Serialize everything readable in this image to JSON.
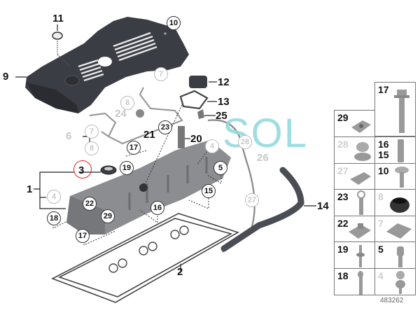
{
  "diagram": {
    "title": "Cylinder head cover exploded parts diagram",
    "document_number": "483262",
    "watermark": "SOL",
    "highlighted_callout": "3",
    "colors": {
      "part_dark": "#3a3d44",
      "part_grey": "#8b8d91",
      "highlight_ring": "#e02020",
      "watermark": "#8fd8dc",
      "inactive_label": "#c8c8c8"
    },
    "callouts": {
      "c1": "1",
      "c2": "2",
      "c3": "3",
      "c4": "4",
      "c5": "5",
      "c6": "6",
      "c7a": "7",
      "c7b": "7",
      "c8a": "8",
      "c8b": "8",
      "c9": "9",
      "c10": "10",
      "c11": "11",
      "c12": "12",
      "c13": "13",
      "c14": "14",
      "c15": "15",
      "c16": "16",
      "c17a": "17",
      "c17b": "17",
      "c18": "18",
      "c19": "19",
      "c20": "20",
      "c21": "21",
      "c22": "22",
      "c23": "23",
      "c24": "24",
      "c25": "25",
      "c26": "26",
      "c27": "27",
      "c28": "28",
      "c29": "29",
      "c4b": "4"
    },
    "fastener_grid": [
      {
        "labels": [
          "17"
        ],
        "active": true,
        "part": "flange-bolt"
      },
      {
        "labels": [
          "29"
        ],
        "active": true,
        "part": "clip-nut"
      },
      {
        "labels": [
          "28"
        ],
        "active": false,
        "part": "cable-clip"
      },
      {
        "labels": [
          "16",
          "15"
        ],
        "active": true,
        "part": "stud"
      },
      {
        "labels": [
          "27"
        ],
        "active": false,
        "part": "hose-clip"
      },
      {
        "labels": [
          "10"
        ],
        "active": true,
        "part": "screw"
      },
      {
        "labels": [
          "23"
        ],
        "active": true,
        "part": "bolt"
      },
      {
        "labels": [
          "8"
        ],
        "active": false,
        "part": "grommet"
      },
      {
        "labels": [
          "22"
        ],
        "active": true,
        "part": "cage-nut"
      },
      {
        "labels": [
          "7"
        ],
        "active": false,
        "part": "spring-clip"
      },
      {
        "labels": [
          "19"
        ],
        "active": true,
        "part": "stud-bolt"
      },
      {
        "labels": [
          "5"
        ],
        "active": true,
        "part": "spacer-stud"
      },
      {
        "labels": [
          "18"
        ],
        "active": true,
        "part": "stud-bolt-long"
      },
      {
        "labels": [
          "4"
        ],
        "active": false,
        "part": "ball-stud"
      }
    ]
  }
}
